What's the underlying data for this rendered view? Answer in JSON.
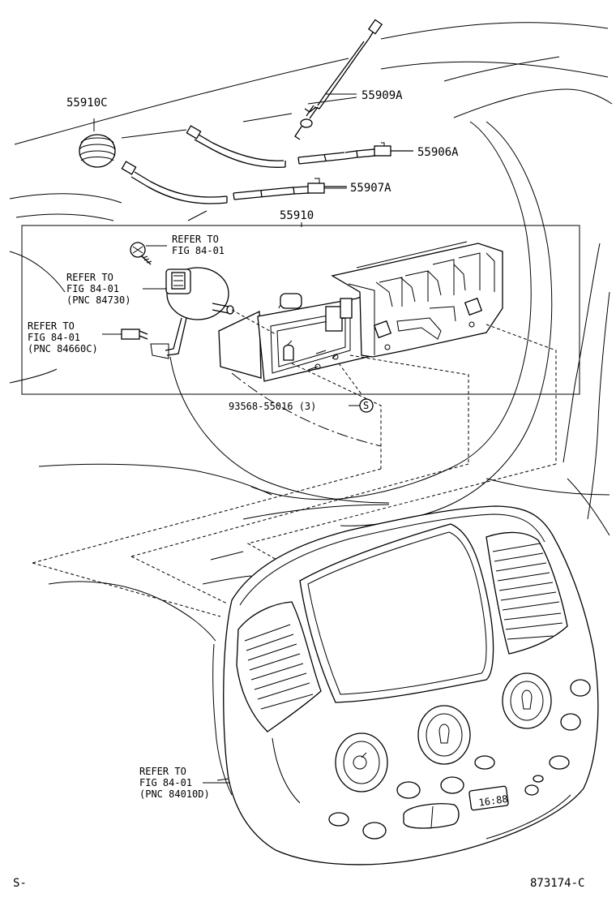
{
  "callouts": {
    "knob": "55910C",
    "cable_top": "55909A",
    "cable_mid": "55906A",
    "cable_low": "55907A",
    "control_assy": "55910",
    "screw": "93568-55016 (3)",
    "screw_mark": "S"
  },
  "refer_notes": {
    "upper": [
      "REFER TO",
      "FIG 84-01"
    ],
    "motor": [
      "REFER TO",
      "FIG 84-01",
      "(PNC 84730)"
    ],
    "switch": [
      "REFER TO",
      "FIG 84-01",
      "(PNC 84660C)"
    ],
    "panel": [
      "REFER TO",
      "FIG 84-01",
      "(PNC 84010D)"
    ]
  },
  "clock_display": "16:88",
  "footer": {
    "left": "S-",
    "figure_code": "873174-C"
  }
}
